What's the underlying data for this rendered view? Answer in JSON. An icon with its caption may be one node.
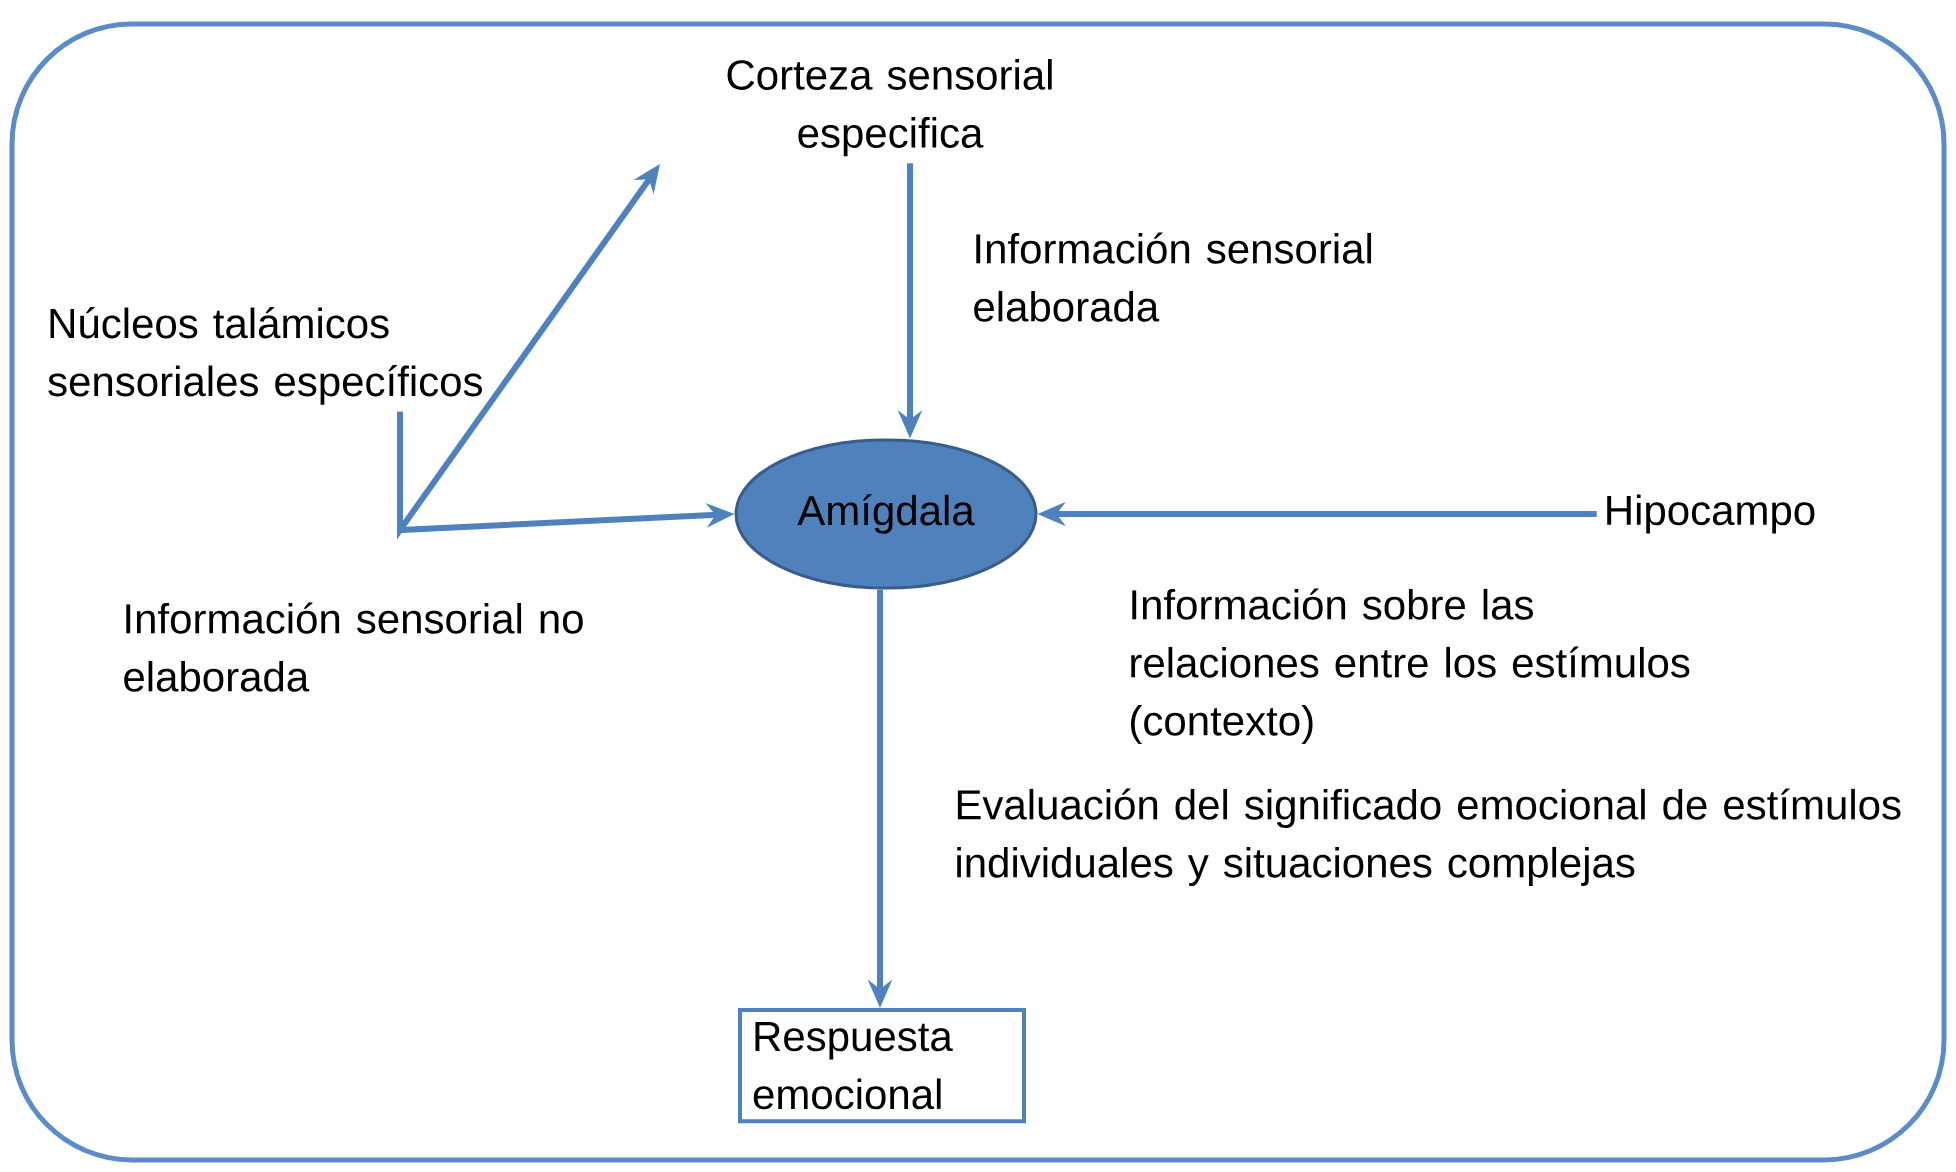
{
  "diagram": {
    "nodes": [
      {
        "text": [
          "Corteza sensorial especifica"
        ]
      },
      {
        "text": [
          "Núcleos talámicos sensoriales específicos"
        ]
      },
      {
        "text": [
          "Amígdala"
        ]
      },
      {
        "text": [
          "Hipocampo"
        ]
      },
      {
        "text": [
          "Respuesta emocional"
        ]
      }
    ],
    "edges": [
      {
        "from": 1,
        "to": 0,
        "arrow": "to"
      },
      {
        "from": 1,
        "to": 2,
        "arrow": "to",
        "label": "Información sensorial no elaborada"
      },
      {
        "from": 0,
        "to": 2,
        "arrow": "to",
        "label": "Información sensorial elaborada"
      },
      {
        "from": 3,
        "to": 2,
        "arrow": "to",
        "label": "Información sobre las relaciones entre los estímulos (contexto)"
      },
      {
        "from": 2,
        "to": 4,
        "arrow": "to",
        "label": "Evaluación del significado emocional de estímulos individuales y situaciones complejas"
      }
    ]
  }
}
